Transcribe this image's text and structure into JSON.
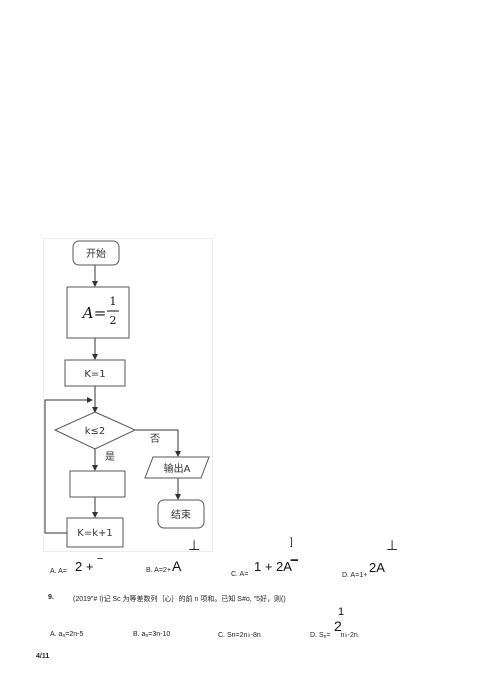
{
  "flowchart": {
    "start": "开始",
    "init_var": "A",
    "init_eq": "=",
    "init_num": "1",
    "init_den": "2",
    "k_init": "K=1",
    "condition": "k≤2",
    "yes": "是",
    "no": "否",
    "output": "输出A",
    "end": "结束",
    "increment": "K=k+1"
  },
  "marks": {
    "perp1": "⊥",
    "bracket": "]",
    "perp2": "⊥"
  },
  "q8_options": {
    "a_label": "A. A=",
    "a_expr": "2 +",
    "a_tail": "−",
    "b_label": "B. A=2+",
    "b_big": "A",
    "c_label": "C. A=",
    "c_expr": "1 + 2A",
    "c_tail": "−",
    "d_label": "D. A=1+",
    "d_big": "2A"
  },
  "q9": {
    "number": "9.",
    "text": "(2019\"# I)记 Sc 为等差数列｛心｝的前 n 项和。已知 S#o, \"5好，则()",
    "frac_top": "1",
    "frac_bottom": "2"
  },
  "q9_options": {
    "a": "A. a",
    "a_sub": "n",
    "a_rest": "=2n-5",
    "b": "B. a",
    "b_sub": "n",
    "b_rest": "=3n-10",
    "c": "C. Sn=2n♭-8n",
    "d": "D. S",
    "d_sub": "n",
    "d_rest": "=",
    "d_tail": "n♭-2n"
  },
  "page_number": "4/11"
}
